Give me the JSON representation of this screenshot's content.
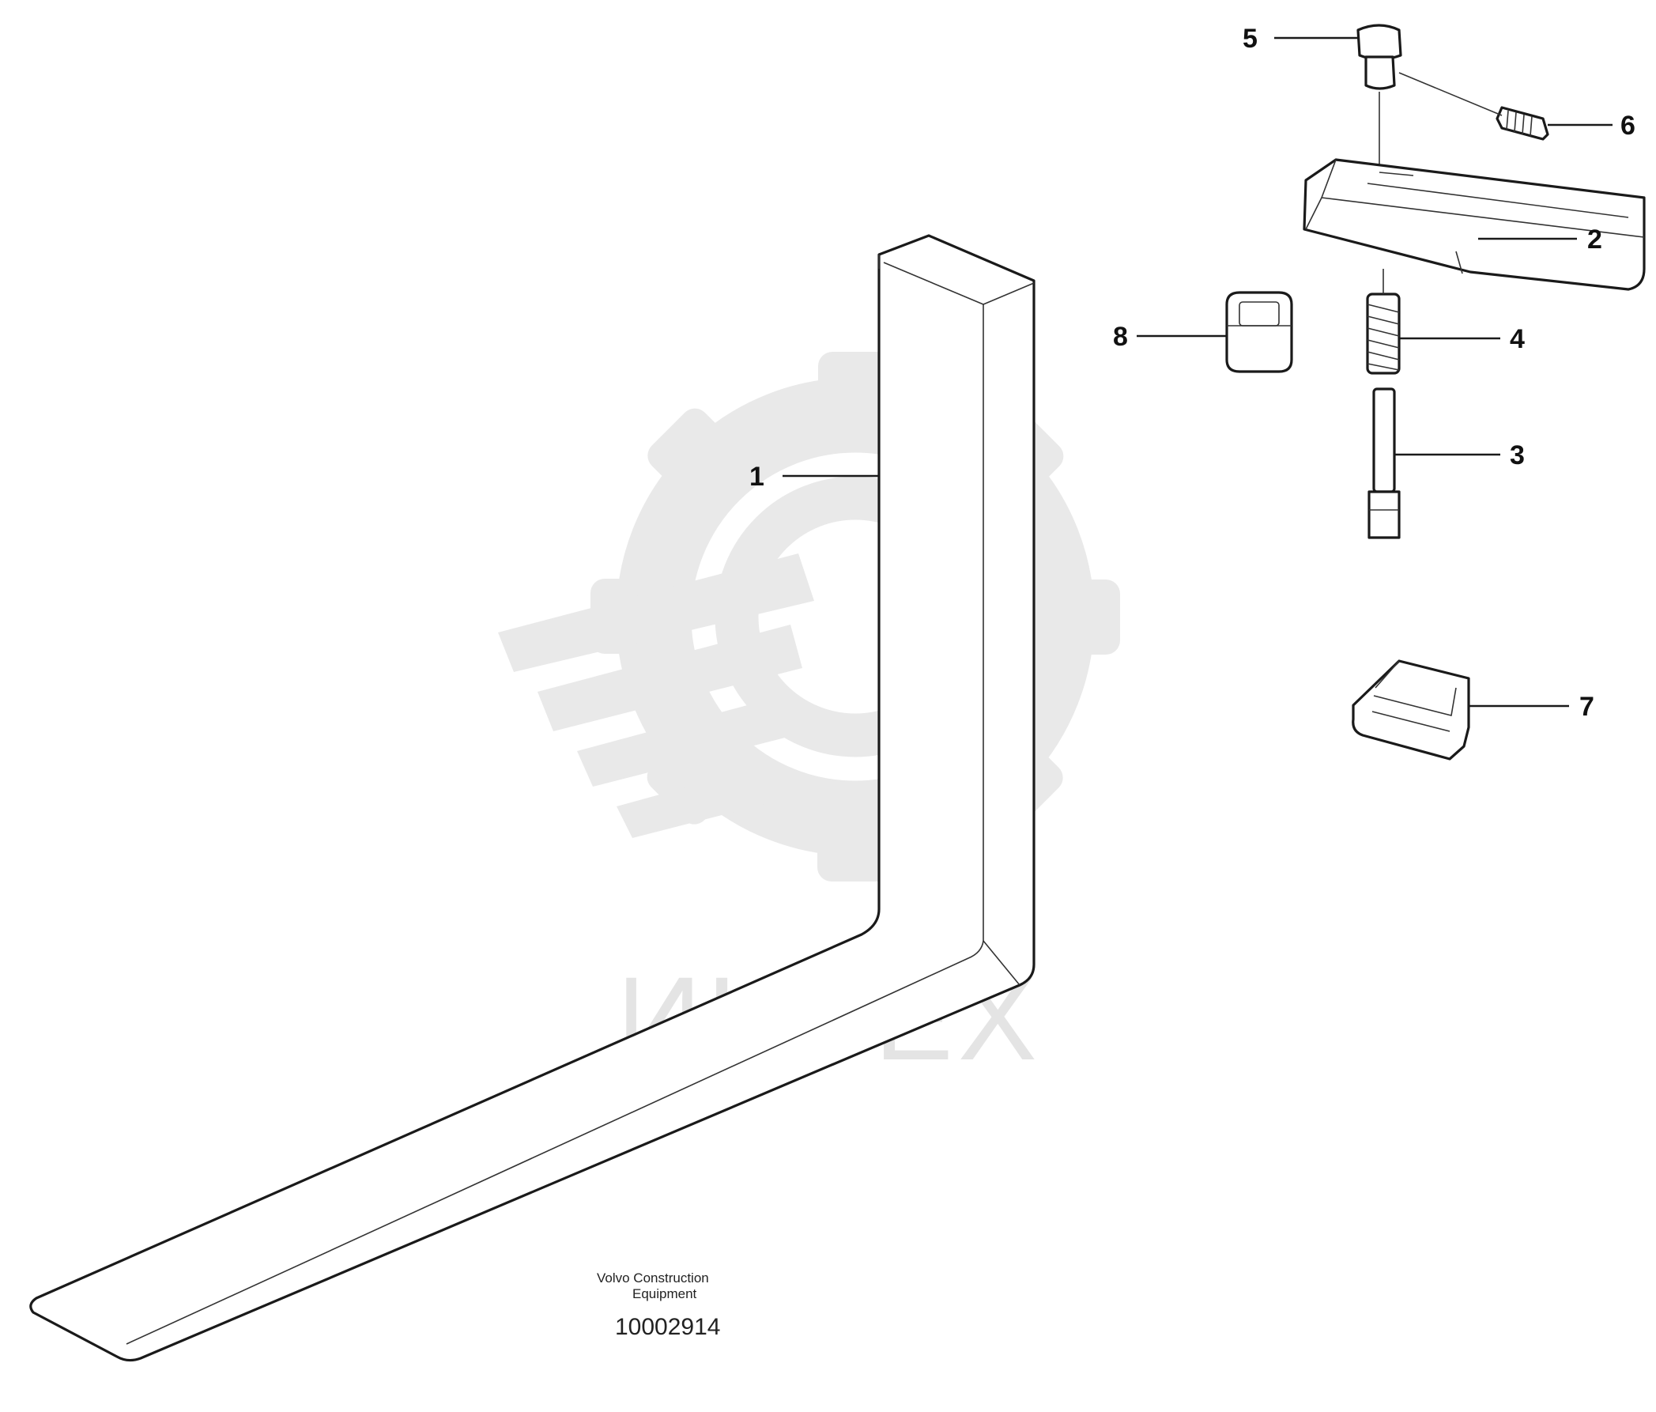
{
  "watermark": {
    "text": "ИНТЕХ",
    "logo": "gear-wrench-logo"
  },
  "callouts": [
    {
      "id": "1",
      "label": "1",
      "part": "fork-arm"
    },
    {
      "id": "2",
      "label": "2",
      "part": "fork-hook-block"
    },
    {
      "id": "3",
      "label": "3",
      "part": "locking-pin"
    },
    {
      "id": "4",
      "label": "4",
      "part": "compression-spring"
    },
    {
      "id": "5",
      "label": "5",
      "part": "knob"
    },
    {
      "id": "6",
      "label": "6",
      "part": "set-screw"
    },
    {
      "id": "7",
      "label": "7",
      "part": "lower-hook"
    },
    {
      "id": "8",
      "label": "8",
      "part": "stop-block"
    }
  ],
  "reference": {
    "line1": "Volvo Construction",
    "line2": "Equipment",
    "number": "10002914"
  }
}
